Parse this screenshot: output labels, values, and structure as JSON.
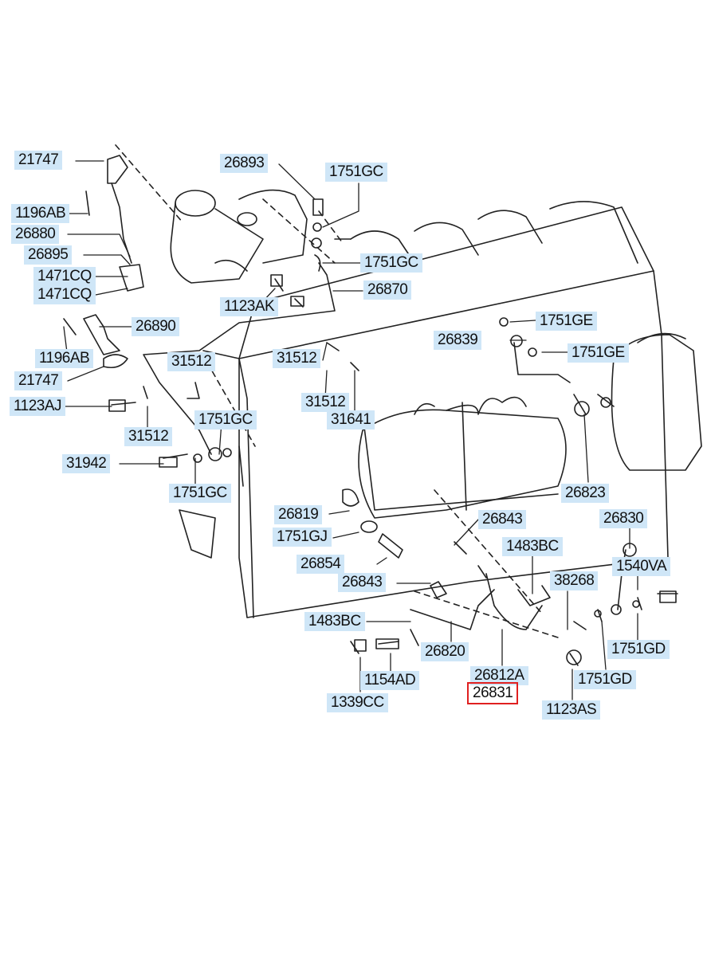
{
  "diagram": {
    "highlight_color": "#e02020",
    "label_bg": "#cfe6f7",
    "line_color": "#222222",
    "labels": {
      "l21747a": "21747",
      "l1196aba": "1196AB",
      "l26880": "26880",
      "l26895": "26895",
      "l1471cqa": "1471CQ",
      "l1471cqb": "1471CQ",
      "l26890": "26890",
      "l1196abb": "1196AB",
      "l21747b": "21747",
      "l1123aj": "1123AJ",
      "l31512a": "31512",
      "l31942": "31942",
      "l31512b": "31512",
      "l1751gca": "1751GC",
      "l1751gcb": "1751GC",
      "l26893": "26893",
      "l1751gcc": "1751GC",
      "l1751gcd": "1751GC",
      "l26870": "26870",
      "l1123ak": "1123AK",
      "l31512c": "31512",
      "l31512d": "31512",
      "l31641": "31641",
      "l1751gea": "1751GE",
      "l26839": "26839",
      "l1751geb": "1751GE",
      "l26823": "26823",
      "l26819": "26819",
      "l1751gj": "1751GJ",
      "l26854": "26854",
      "l26843a": "26843",
      "l26843b": "26843",
      "l1483bca": "1483BC",
      "l26830": "26830",
      "l1540va": "1540VA",
      "l38268": "38268",
      "l1483bcb": "1483BC",
      "l26820": "26820",
      "l26812a": "26812A",
      "l26831": "26831",
      "l1751gda": "1751GD",
      "l1751gdb": "1751GD",
      "l1123as": "1123AS",
      "l1154ad": "1154AD",
      "l1339cc": "1339CC"
    }
  }
}
